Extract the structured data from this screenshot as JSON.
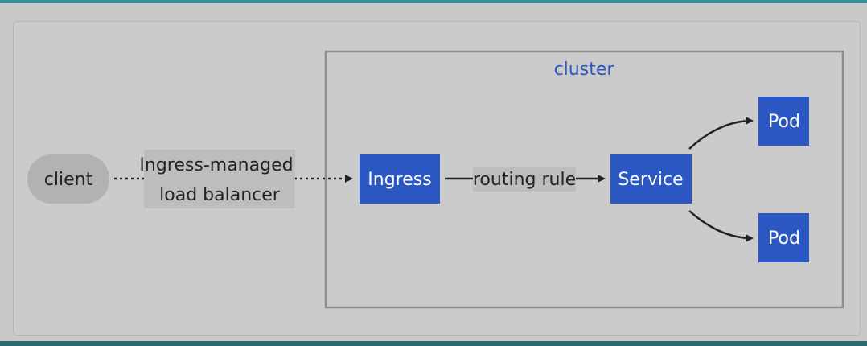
{
  "nodes": {
    "client": "client",
    "ingress": "Ingress",
    "service": "Service",
    "pod_top": "Pod",
    "pod_bottom": "Pod"
  },
  "cluster_label": "cluster",
  "edges": {
    "client_to_ingress_line1": "Ingress-managed",
    "client_to_ingress_line2": "load balancer",
    "ingress_to_service": "routing rule"
  },
  "colors": {
    "node_fill": "#2b57c2",
    "node_text": "#ffffff",
    "client_fill": "#b2b2b2",
    "cluster_label": "#2b57c2",
    "edge_label_bg": "#bdbdbd",
    "arrow": "#222222"
  }
}
